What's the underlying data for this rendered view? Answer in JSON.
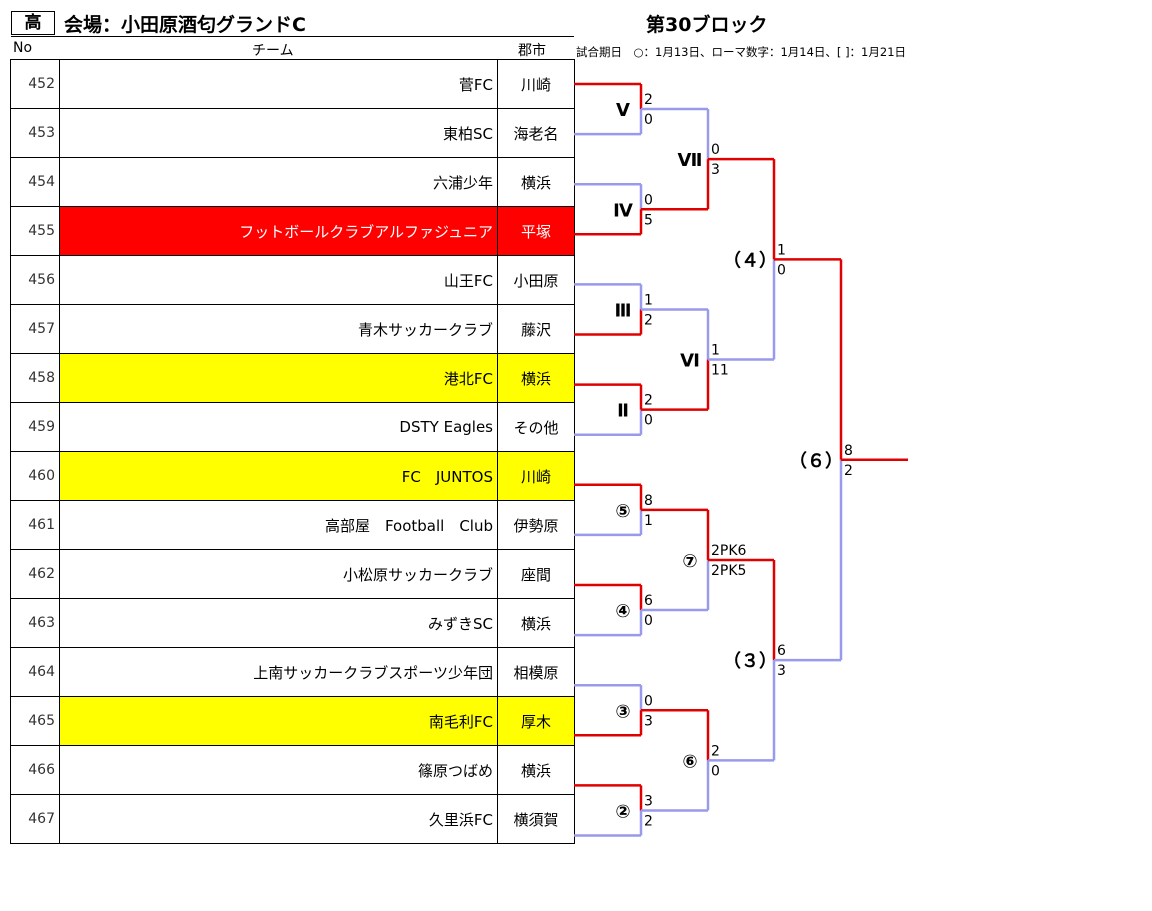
{
  "header": {
    "badge": "高",
    "venue": "会場：小田原酒匂グランドC",
    "block_title": "第30ブロック",
    "note": "試合期日　○：1月13日、ローマ数字：1月14日、[ ]：1月21日",
    "col_no": "No",
    "col_team": "チーム",
    "col_city": "郡市"
  },
  "colors": {
    "winner_line": "#e00000",
    "loser_line": "#9999ee",
    "highlight_red": "#ff0000",
    "highlight_yellow": "#ffff00"
  },
  "teams": [
    {
      "no": "452",
      "name": "菅FC",
      "city": "川崎",
      "highlight": ""
    },
    {
      "no": "453",
      "name": "東柏SC",
      "city": "海老名",
      "highlight": ""
    },
    {
      "no": "454",
      "name": "六浦少年",
      "city": "横浜",
      "highlight": ""
    },
    {
      "no": "455",
      "name": "フットボールクラブアルファジュニア",
      "city": "平塚",
      "highlight": "red"
    },
    {
      "no": "456",
      "name": "山王FC",
      "city": "小田原",
      "highlight": ""
    },
    {
      "no": "457",
      "name": "青木サッカークラブ",
      "city": "藤沢",
      "highlight": ""
    },
    {
      "no": "458",
      "name": "港北FC",
      "city": "横浜",
      "highlight": "yellow"
    },
    {
      "no": "459",
      "name": "DSTY Eagles",
      "city": "その他",
      "highlight": ""
    },
    {
      "no": "460",
      "name": "FC　JUNTOS",
      "city": "川崎",
      "highlight": "yellow"
    },
    {
      "no": "461",
      "name": "高部屋　Football　Club",
      "city": "伊勢原",
      "highlight": ""
    },
    {
      "no": "462",
      "name": "小松原サッカークラブ",
      "city": "座間",
      "highlight": ""
    },
    {
      "no": "463",
      "name": "みずきSC",
      "city": "横浜",
      "highlight": ""
    },
    {
      "no": "464",
      "name": "上南サッカークラブスポーツ少年団",
      "city": "相模原",
      "highlight": ""
    },
    {
      "no": "465",
      "name": "南毛利FC",
      "city": "厚木",
      "highlight": "yellow"
    },
    {
      "no": "466",
      "name": "篠原つばめ",
      "city": "横浜",
      "highlight": ""
    },
    {
      "no": "467",
      "name": "久里浜FC",
      "city": "横須賀",
      "highlight": ""
    }
  ],
  "matches": [
    {
      "label": "Ⅴ",
      "score_top": "2",
      "score_bottom": "0",
      "winner": "top"
    },
    {
      "label": "Ⅳ",
      "score_top": "0",
      "score_bottom": "5",
      "winner": "bottom"
    },
    {
      "label": "Ⅲ",
      "score_top": "1",
      "score_bottom": "2",
      "winner": "bottom"
    },
    {
      "label": "Ⅱ",
      "score_top": "2",
      "score_bottom": "0",
      "winner": "top"
    },
    {
      "label": "⑤",
      "score_top": "8",
      "score_bottom": "1",
      "winner": "top"
    },
    {
      "label": "④",
      "score_top": "6",
      "score_bottom": "0",
      "winner": "top"
    },
    {
      "label": "③",
      "score_top": "0",
      "score_bottom": "3",
      "winner": "bottom"
    },
    {
      "label": "②",
      "score_top": "3",
      "score_bottom": "2",
      "winner": "top"
    },
    {
      "label": "Ⅶ",
      "score_top": "0",
      "score_bottom": "3",
      "winner": "bottom"
    },
    {
      "label": "Ⅵ",
      "score_top": "1",
      "score_bottom": "11",
      "winner": "bottom"
    },
    {
      "label": "⑦",
      "score_top": "2PK6",
      "score_bottom": "2PK5",
      "winner": "top"
    },
    {
      "label": "⑥",
      "score_top": "2",
      "score_bottom": "0",
      "winner": "top"
    },
    {
      "label": "（４）",
      "score_top": "1",
      "score_bottom": "0",
      "winner": "top"
    },
    {
      "label": "（３）",
      "score_top": "6",
      "score_bottom": "3",
      "winner": "top"
    },
    {
      "label": "（６）",
      "score_top": "8",
      "score_bottom": "2",
      "winner": "top"
    }
  ]
}
